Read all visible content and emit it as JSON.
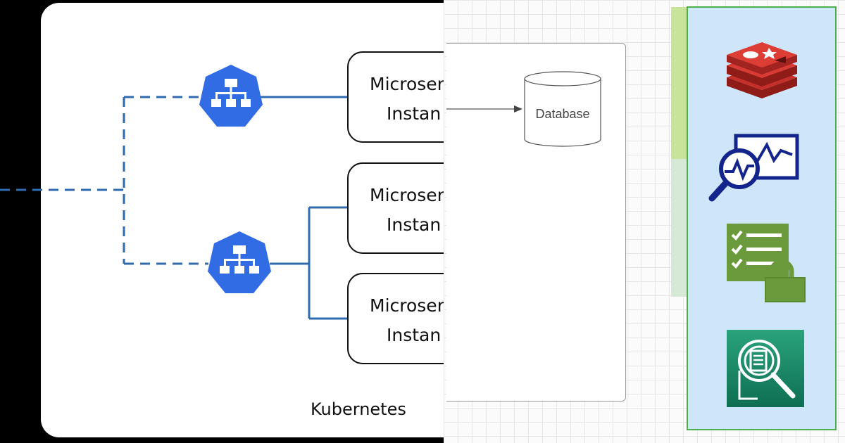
{
  "diagram": {
    "cluster_label": "Kubernetes",
    "microservices": [
      {
        "line1": "Microser",
        "line2": "Instan"
      },
      {
        "line1": "Microser",
        "line2": "Instan"
      },
      {
        "line1": "Microser",
        "line2": "Instan"
      }
    ],
    "database_label": "Database"
  },
  "tools": [
    {
      "icon": "redis-icon"
    },
    {
      "icon": "monitoring-icon"
    },
    {
      "icon": "compliance-lock-icon"
    },
    {
      "icon": "inspector-icon"
    }
  ],
  "colors": {
    "kubernetes_blue": "#326ce5",
    "connector_blue": "#2e6bb0",
    "redis_red": "#c6302b",
    "monitor_navy": "#13248c",
    "compliance_green": "#6a9a3c",
    "inspector_teal": "#1b8c6a",
    "panel_blue": "#cfe5f9",
    "panel_border": "#4cb04c"
  }
}
